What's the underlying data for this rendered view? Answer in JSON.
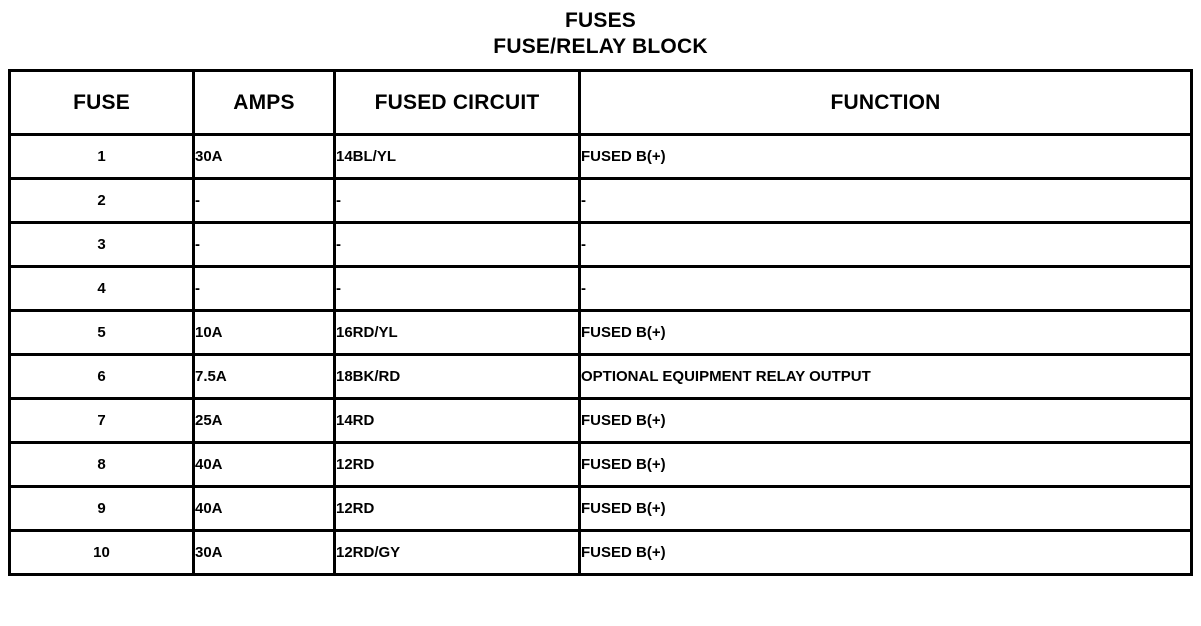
{
  "document": {
    "title_line_1": "FUSES",
    "title_line_2": "FUSE/RELAY BLOCK"
  },
  "table": {
    "headers": {
      "fuse": "FUSE",
      "amps": "AMPS",
      "circuit": "FUSED CIRCUIT",
      "function": "FUNCTION"
    },
    "rows": [
      {
        "fuse": "1",
        "amps": "30A",
        "circuit": "14BL/YL",
        "function": "FUSED B(+)"
      },
      {
        "fuse": "2",
        "amps": "-",
        "circuit": "-",
        "function": "-"
      },
      {
        "fuse": "3",
        "amps": "-",
        "circuit": "-",
        "function": "-"
      },
      {
        "fuse": "4",
        "amps": "-",
        "circuit": "-",
        "function": "-"
      },
      {
        "fuse": "5",
        "amps": "10A",
        "circuit": "16RD/YL",
        "function": "FUSED B(+)"
      },
      {
        "fuse": "6",
        "amps": "7.5A",
        "circuit": "18BK/RD",
        "function": "OPTIONAL EQUIPMENT RELAY OUTPUT"
      },
      {
        "fuse": "7",
        "amps": "25A",
        "circuit": "14RD",
        "function": "FUSED B(+)"
      },
      {
        "fuse": "8",
        "amps": "40A",
        "circuit": "12RD",
        "function": "FUSED B(+)"
      },
      {
        "fuse": "9",
        "amps": "40A",
        "circuit": "12RD",
        "function": "FUSED B(+)"
      },
      {
        "fuse": "10",
        "amps": "30A",
        "circuit": "12RD/GY",
        "function": "FUSED B(+)"
      }
    ]
  },
  "colors": {
    "background": "#ffffff",
    "text": "#000000",
    "border": "#000000"
  }
}
